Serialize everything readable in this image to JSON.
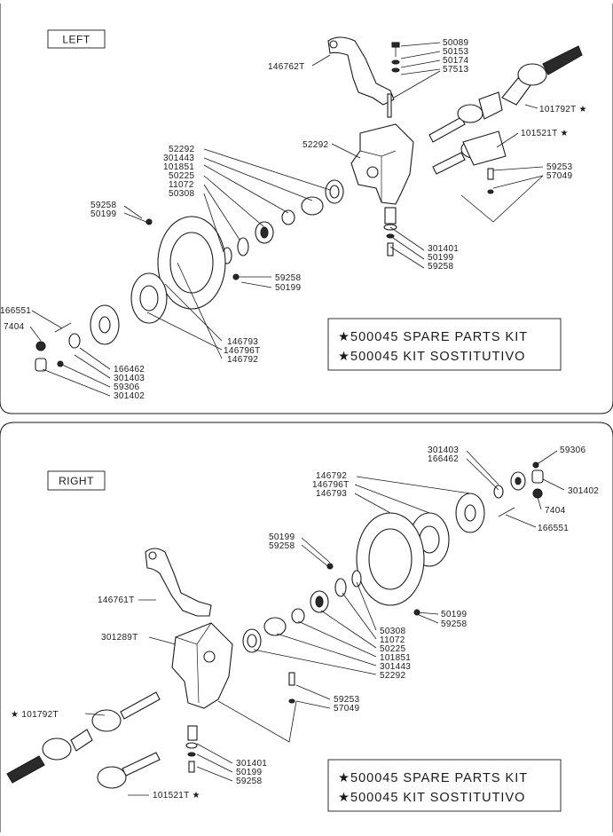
{
  "sections": {
    "left": {
      "label": "LEFT",
      "kit_lines": [
        "★500045  SPARE  PARTS  KIT",
        "★500045  KIT  SOSTITUTIVO"
      ],
      "part_labels": {
        "steering_arm": "146762T",
        "knuckle": "52292",
        "bolt_set": [
          "50089",
          "50153",
          "50174",
          "57513"
        ],
        "axle_shaft": "101792T ★",
        "stub_shaft": "101521T ★",
        "king_pin_set": [
          "59253",
          "57049"
        ],
        "bearing_stack": [
          "52292",
          "301443",
          "101851",
          "50225",
          "11072",
          "50308"
        ],
        "rotor_bolt_top": [
          "59258",
          "50199"
        ],
        "rotor_bolt_bottom": [
          "59258",
          "50199"
        ],
        "lower_pin_set": [
          "301401",
          "50199",
          "59258"
        ],
        "hub_stud": "166551",
        "hub_nut": "7404",
        "rotor_set": [
          "146793",
          "146796T",
          "146792"
        ],
        "cap_set": [
          "166462",
          "301403",
          "59306",
          "301402"
        ]
      }
    },
    "right": {
      "label": "RIGHT",
      "kit_lines": [
        "★500045  SPARE  PARTS  KIT",
        "★500045  KIT  SOSTITUTIVO"
      ],
      "part_labels": {
        "cap_set_top": [
          "301403",
          "166462"
        ],
        "cap_screw": "59306",
        "cap": "301402",
        "hub_nut": "7404",
        "hub_stud": "166551",
        "rotor_set": [
          "146792",
          "146796T",
          "146793"
        ],
        "rotor_bolt_top": [
          "50199",
          "59258"
        ],
        "steering_arm": "146761T",
        "knuckle": "301289T",
        "rotor_bolt_bottom": [
          "50199",
          "59258"
        ],
        "bearing_stack": [
          "50308",
          "11072",
          "50225",
          "101851",
          "301443",
          "52292"
        ],
        "king_pin_set": [
          "59253",
          "57049"
        ],
        "axle_shaft": "★ 101792T",
        "lower_pin_set": [
          "301401",
          "50199",
          "59258"
        ],
        "stub_shaft": "101521T ★"
      }
    }
  }
}
